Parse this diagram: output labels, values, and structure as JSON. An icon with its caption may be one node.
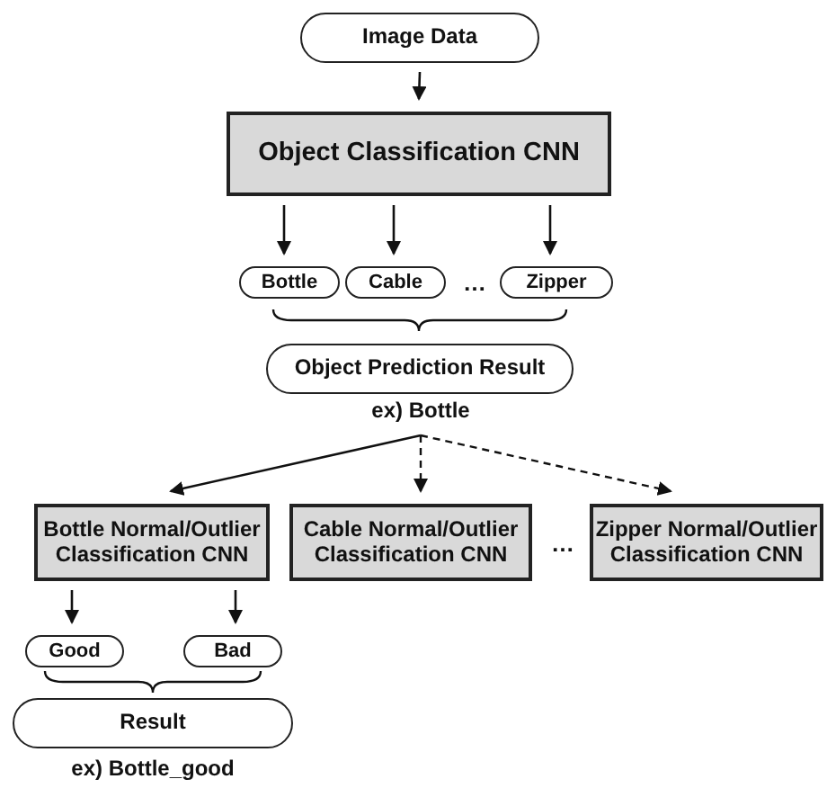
{
  "diagram": {
    "nodes": [
      {
        "text": [
          "Image Data"
        ]
      },
      {
        "text": [
          "Object Classification CNN"
        ]
      },
      {
        "text": [
          "Bottle"
        ]
      },
      {
        "text": [
          "Cable"
        ]
      },
      {
        "text": [
          "Zipper"
        ]
      },
      {
        "text": [
          "Object Prediction Result"
        ]
      },
      {
        "text": [
          "ex) Bottle"
        ]
      },
      {
        "text": [
          "Bottle Normal/Outlier Classification CNN"
        ]
      },
      {
        "text": [
          "Cable Normal/Outlier Classification CNN"
        ]
      },
      {
        "text": [
          "Zipper Normal/Outlier Classification CNN"
        ]
      },
      {
        "text": [
          "Good"
        ]
      },
      {
        "text": [
          "Bad"
        ]
      },
      {
        "text": [
          "Result"
        ],
        "beside": [
          "ex) Bottle_good"
        ]
      }
    ],
    "edges": [
      {
        "from": 0,
        "to": 1,
        "arrow": "to"
      },
      {
        "from": 1,
        "to": 2,
        "arrow": "to"
      },
      {
        "from": 1,
        "to": 3,
        "arrow": "to"
      },
      {
        "from": 1,
        "to": 4,
        "arrow": "to"
      },
      {
        "from": 6,
        "to": 7,
        "arrow": "to"
      },
      {
        "from": 6,
        "to": 8,
        "arrow": "to",
        "style": "dashed"
      },
      {
        "from": 6,
        "to": 9,
        "arrow": "to",
        "style": "dashed"
      },
      {
        "from": 7,
        "to": 10,
        "arrow": "to"
      },
      {
        "from": 7,
        "to": 11,
        "arrow": "to"
      }
    ],
    "labels": [
      "…",
      "…"
    ]
  }
}
